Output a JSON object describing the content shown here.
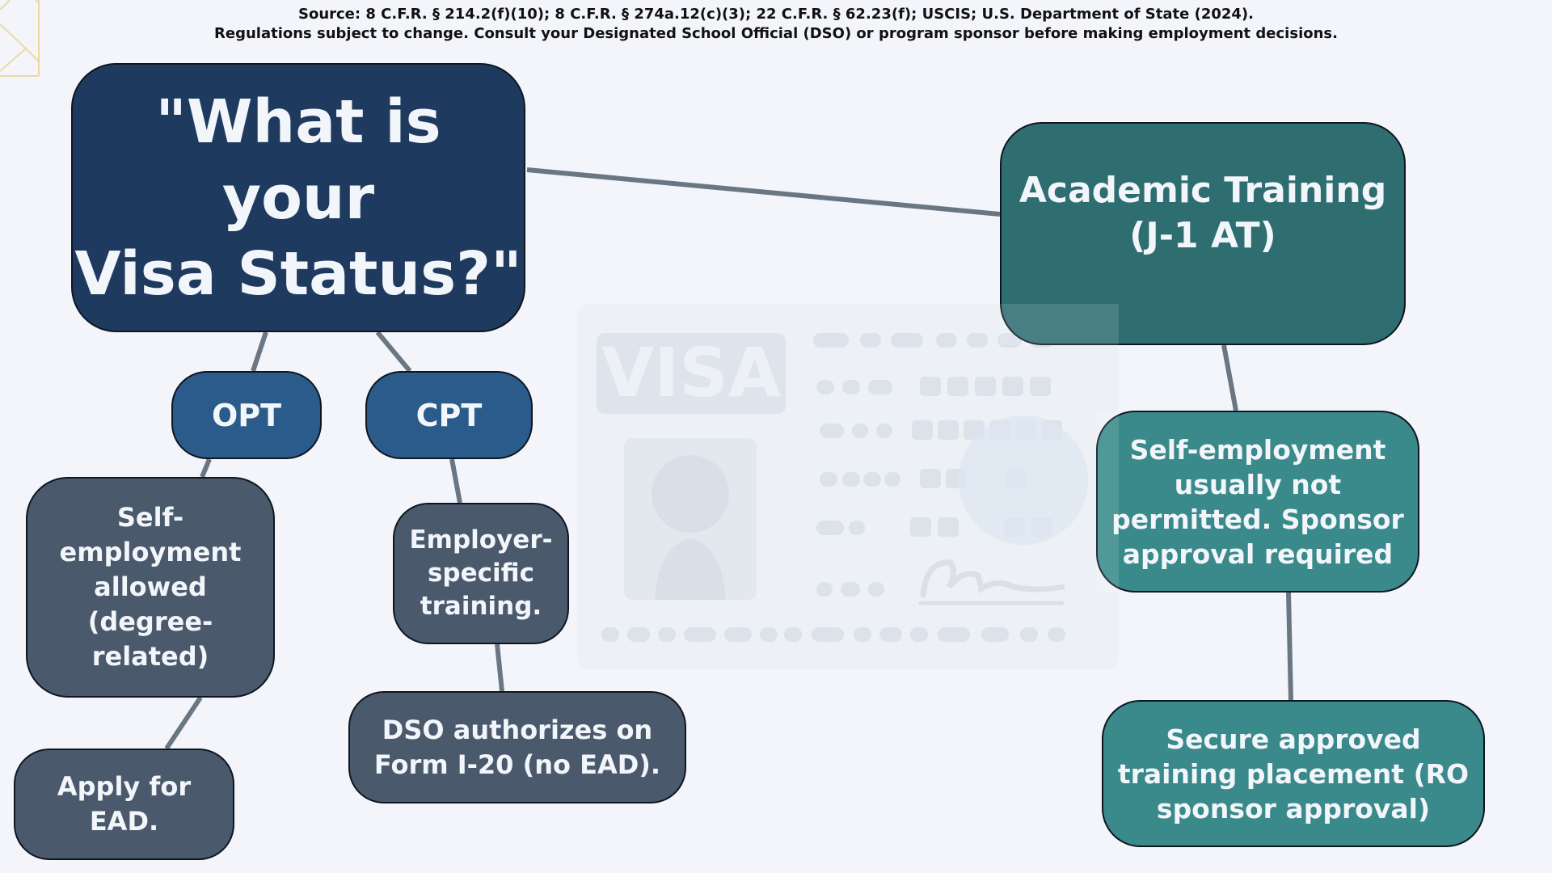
{
  "source": {
    "line1": "Source: 8 C.F.R. § 214.2(f)(10); 8 C.F.R. § 274a.12(c)(3); 22 C.F.R. § 62.23(f); USCIS; U.S. Department of State (2024).",
    "line2": "Regulations subject to change. Consult your Designated School Official (DSO) or program sponsor before making employment decisions."
  },
  "colors": {
    "background": "#f3f5fa",
    "root": "#1f3a5f",
    "f1_branch": "#2b5b8a",
    "f1_detail": "#4a5a6c",
    "j1_root": "#2e6e71",
    "j1_detail": "#3a8a8b",
    "connector": "#6b7683"
  },
  "watermark": {
    "label": "VISA",
    "icon": "visa-card-icon"
  },
  "root": {
    "line1": "\"What is your",
    "line2": "Visa Status?\""
  },
  "f1": {
    "opt": {
      "label": "OPT",
      "detail": [
        "Self-",
        "employment",
        "allowed",
        "(degree-",
        "related)"
      ],
      "step": [
        "Apply for",
        "EAD."
      ]
    },
    "cpt": {
      "label": "CPT",
      "detail": [
        "Employer-",
        "specific",
        "training."
      ],
      "step": [
        "DSO authorizes on",
        "Form I-20 (no EAD)."
      ]
    }
  },
  "j1": {
    "label": [
      "Academic Training",
      "(J-1 AT)"
    ],
    "detail": [
      "Self-employment",
      "usually not",
      "permitted. Sponsor",
      "approval required"
    ],
    "step": [
      "Secure approved",
      "training placement (RO",
      "sponsor approval)"
    ]
  }
}
